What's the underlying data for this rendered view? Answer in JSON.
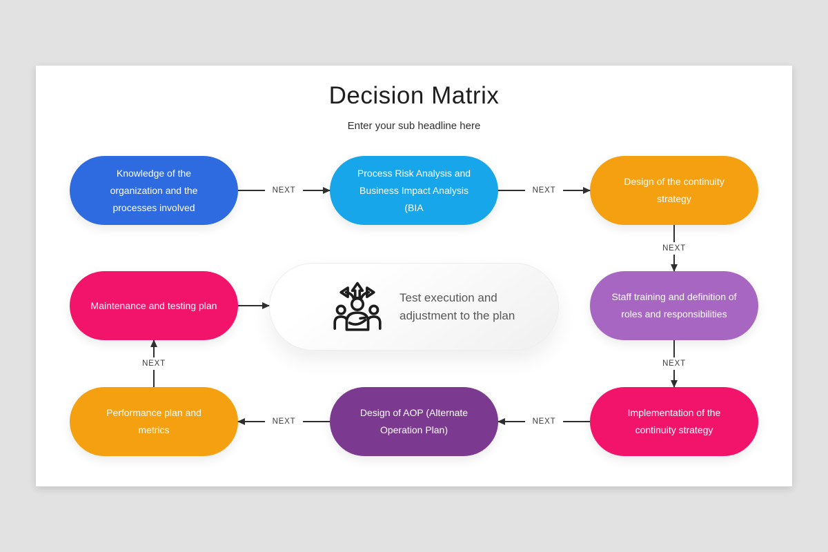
{
  "page": {
    "title": "Decision Matrix",
    "subtitle": "Enter your sub headline here"
  },
  "labels": {
    "next": "NEXT"
  },
  "colors": {
    "blue": "#2e6ae0",
    "sky_blue": "#18a6ea",
    "orange": "#f5a011",
    "pink": "#f2146b",
    "light_purple": "#a766c2",
    "dark_purple": "#7b3a90",
    "arrow": "#2e2e2e",
    "page_background": "#e2e2e2",
    "slide_background": "#ffffff"
  },
  "nodes": {
    "knowledge": {
      "label": "Knowledge of the\norganization and the\nprocesses involved",
      "color": "#2e6ae0"
    },
    "process_risk": {
      "label": "Process Risk Analysis and\nBusiness Impact Analysis\n(BIA",
      "color": "#18a6ea"
    },
    "design_continuity": {
      "label": "Design of the continuity\nstrategy",
      "color": "#f5a011"
    },
    "maintenance": {
      "label": "Maintenance and testing plan",
      "color": "#f2146b"
    },
    "test_execution": {
      "label": "Test execution and\nadjustment to the plan",
      "icon": "choices-person-icon"
    },
    "staff_training": {
      "label": "Staff training and definition of\nroles and responsibilities",
      "color": "#a766c2"
    },
    "performance": {
      "label": "Performance plan and\nmetrics",
      "color": "#f5a011"
    },
    "design_aop": {
      "label": "Design of AOP (Alternate\nOperation Plan)",
      "color": "#7b3a90"
    },
    "implementation": {
      "label": "Implementation of the\ncontinuity strategy",
      "color": "#f2146b"
    }
  }
}
